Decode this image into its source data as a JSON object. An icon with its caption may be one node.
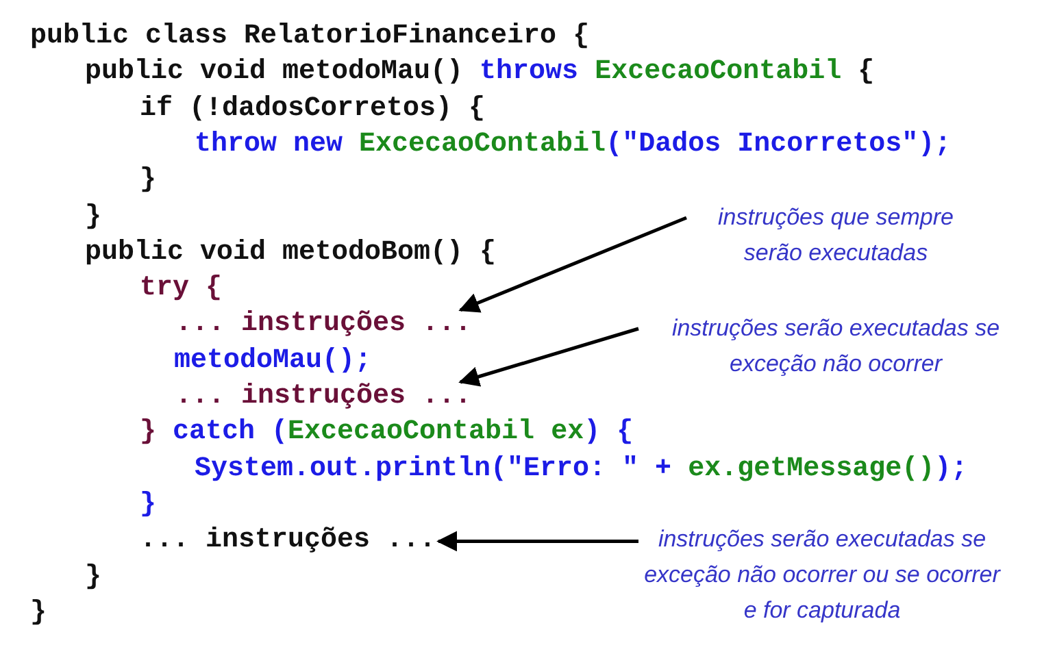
{
  "diagram": {
    "nodes": [
      {
        "text": [
          "instruções que sempre serão executadas"
        ]
      },
      {
        "text": [
          "... instruções ..."
        ]
      },
      {
        "text": [
          "instruções serão executadas se exceção não ocorrer"
        ]
      },
      {
        "text": [
          "... instruções ..."
        ]
      },
      {
        "text": [
          "instruções serão executadas se exceção não ocorrer ou se ocorrer e for capturada"
        ]
      },
      {
        "text": [
          "... instruções ..."
        ]
      }
    ],
    "edges": [
      {
        "from": 0,
        "to": 1,
        "arrow": "to"
      },
      {
        "from": 2,
        "to": 3,
        "arrow": "to"
      },
      {
        "from": 4,
        "to": 5,
        "arrow": "to"
      }
    ],
    "labels": [
      "public class RelatorioFinanceiro {",
      "public void metodoMau() throws ExcecaoContabil {",
      "if (!dadosCorretos) {",
      "throw new ExcecaoContabil(\"Dados Incorretos\");",
      "}",
      "}",
      "public void metodoBom() {",
      "try {",
      "metodoMau();",
      "} catch (ExcecaoContabil ex) {",
      "System.out.println(\"Erro: \" + ex.getMessage());",
      "}",
      "}",
      "}"
    ]
  }
}
